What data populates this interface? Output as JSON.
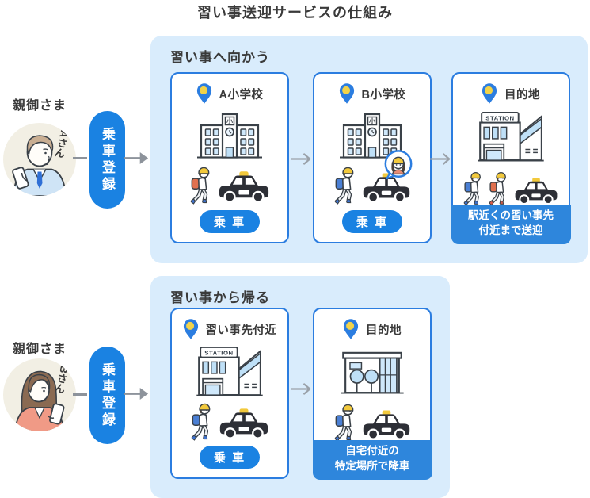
{
  "title": "習い事送迎サービスの仕組み",
  "colors": {
    "section_bg": "#d9ecfc",
    "card_border": "#2b7de0",
    "primary_blue": "#1a82e2",
    "footer_blue": "#2e86dc",
    "text_dark": "#3a3a3a",
    "arrow_gray": "#8d939b",
    "pin_blue": "#2b7de0",
    "pin_yellow": "#f2d349",
    "avatar_bg": "#f2efe4"
  },
  "personas": [
    {
      "role_label": "親御さま",
      "avatar_name": "Aさん",
      "register_button": "乗車登録"
    },
    {
      "role_label": "親御さま",
      "avatar_name": "Bさん",
      "register_button": "乗車登録"
    }
  ],
  "sections": [
    {
      "title": "習い事へ向かう",
      "cards": [
        {
          "location": "A小学校",
          "button": "乗 車"
        },
        {
          "location": "B小学校",
          "button": "乗 車"
        },
        {
          "location": "目的地",
          "footer_lines": [
            "駅近くの習い事先",
            "付近まで送迎"
          ]
        }
      ]
    },
    {
      "title": "習い事から帰る",
      "cards": [
        {
          "location": "習い事先付近",
          "button": "乗 車"
        },
        {
          "location": "目的地",
          "footer_lines": [
            "自宅付近の",
            "特定場所で降車"
          ]
        }
      ]
    }
  ],
  "icons": {
    "location_pin": "map-pin-icon",
    "arrow": "arrow-right-icon",
    "illustrations": [
      "school-building",
      "station-building",
      "home-building",
      "taxi",
      "child-running",
      "parent-with-phone",
      "child-in-taxi-bubble"
    ]
  }
}
